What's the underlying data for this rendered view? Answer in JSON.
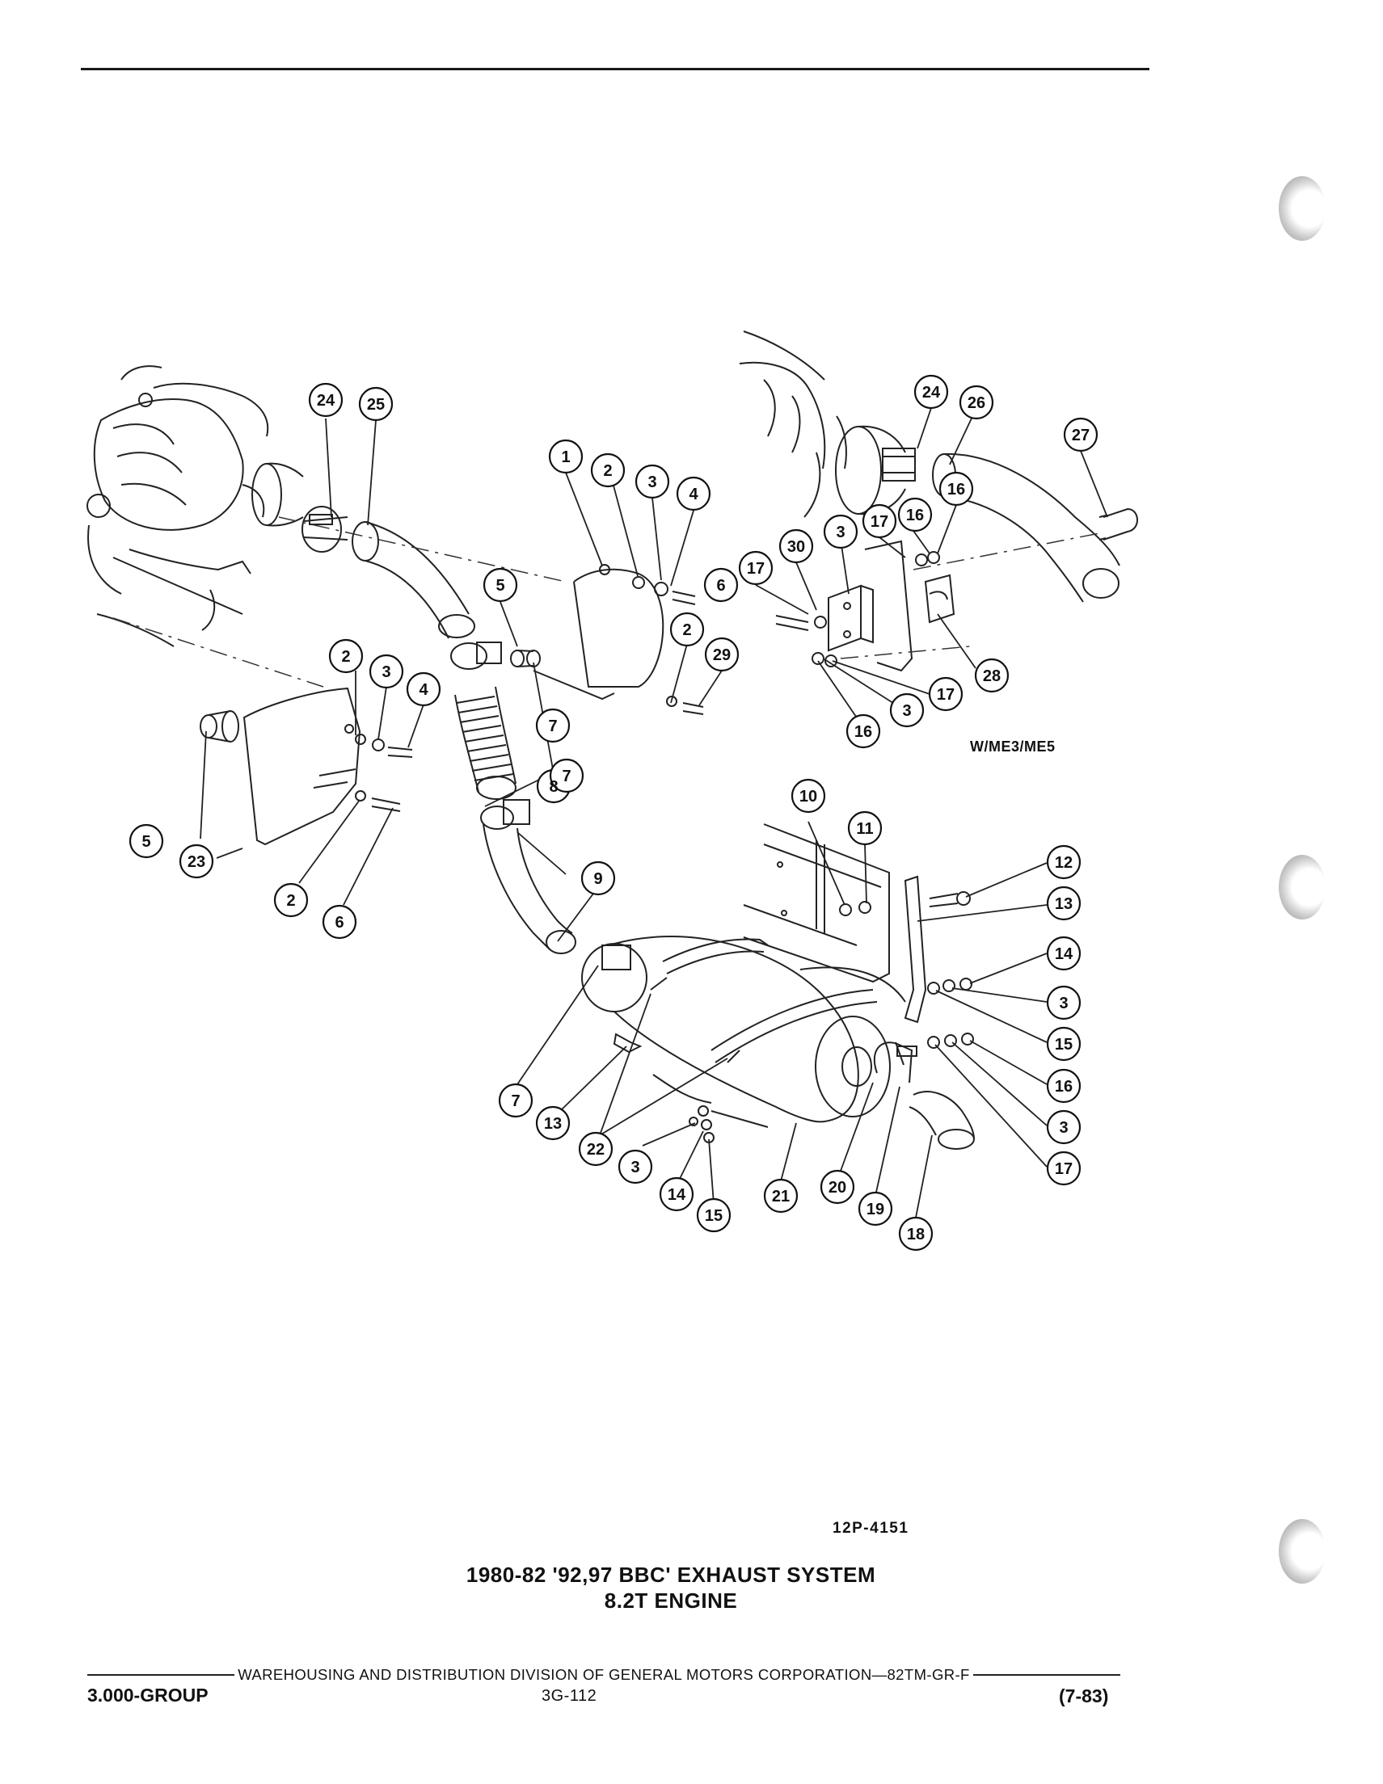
{
  "callout_ids": [
    "1",
    "2",
    "3",
    "4",
    "5",
    "6",
    "7",
    "8",
    "9",
    "10",
    "11",
    "12",
    "13",
    "14",
    "15",
    "16",
    "17",
    "18",
    "19",
    "20",
    "21",
    "22",
    "23",
    "24",
    "25",
    "26",
    "27",
    "28",
    "29",
    "30"
  ],
  "note_label": "W/ME3/ME5",
  "figure_number": "12P-4151",
  "title_line1": "1980-82 '92,97 BBC' EXHAUST SYSTEM",
  "title_line2": "8.2T ENGINE",
  "footer": {
    "publisher": "WAREHOUSING AND DISTRIBUTION  DIVISION OF GENERAL MOTORS CORPORATION—82TM-GR-F",
    "section": "3.000-GROUP",
    "page_code": "3G-112",
    "revision": "(7-83)"
  }
}
